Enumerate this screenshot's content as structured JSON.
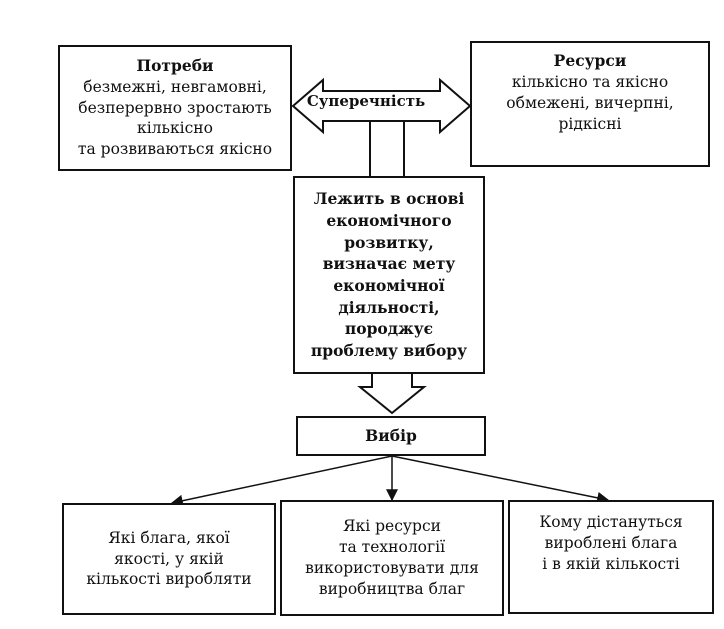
{
  "needs": {
    "title": "Потреби",
    "lines": [
      "безмежні, невгамовні,",
      "безперервно зростають",
      "кількісно",
      "та розвиваються якісно"
    ]
  },
  "resources": {
    "title": "Ресурси",
    "lines": [
      "кількісно та якісно",
      "обмежені, вичерпні,",
      "рідкісні"
    ]
  },
  "contradiction": {
    "label": "Суперечність"
  },
  "center": {
    "lines": [
      "Лежить в основі",
      "економічного",
      "розвитку,",
      "визначає мету",
      "економічної",
      "діяльності,",
      "породжує",
      "проблему вибору"
    ]
  },
  "choice": {
    "label": "Вибір"
  },
  "questions": [
    {
      "lines": [
        "Які блага, якої",
        "якості, у якій",
        "кількості виробляти"
      ]
    },
    {
      "lines": [
        "Які ресурси",
        "та технології",
        "використовувати для",
        "виробництва благ"
      ]
    },
    {
      "lines": [
        "Кому дістануться",
        "вироблені блага",
        "і в якій кількості"
      ]
    }
  ]
}
